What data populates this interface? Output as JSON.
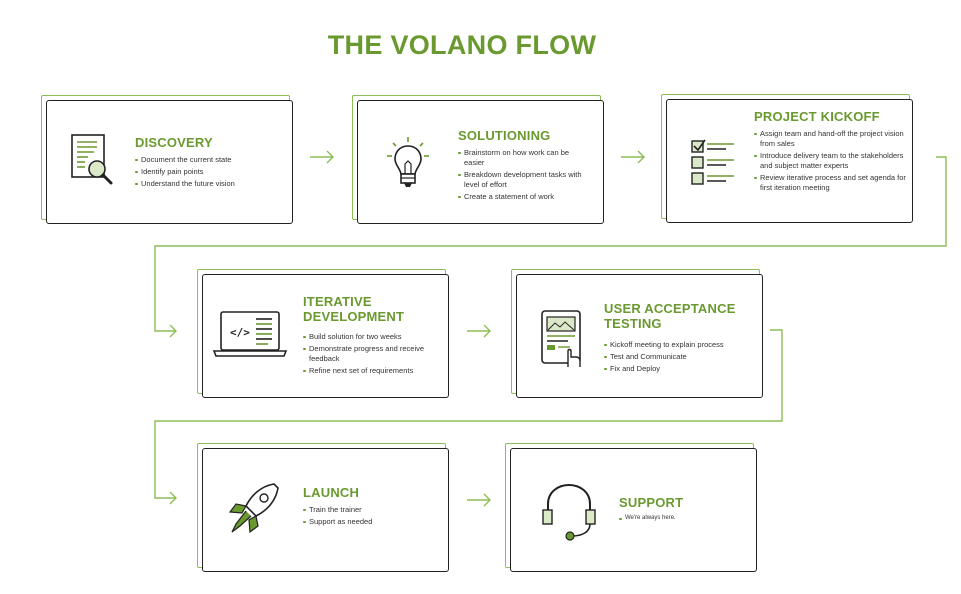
{
  "title": "THE VOLANO FLOW",
  "colors": {
    "accent": "#6a9a2f",
    "outline": "#8dbd55",
    "dark": "#222222"
  },
  "steps": [
    {
      "heading": [
        "DISCOVERY"
      ],
      "icon": "document-magnifier-icon",
      "bullets": [
        "Document the current state",
        "Identify pain points",
        "Understand the future vision"
      ]
    },
    {
      "heading": [
        "SOLUTIONING"
      ],
      "icon": "lightbulb-icon",
      "bullets": [
        "Brainstorm on how work can be easier",
        "Breakdown development tasks with level of effort",
        "Create a statement of work"
      ]
    },
    {
      "heading": [
        "PROJECT KICKOFF"
      ],
      "icon": "checklist-icon",
      "bullets": [
        "Assign team and hand-off the project vision from sales",
        "Introduce delivery team to the stakeholders and subject matter experts",
        "Review iterative process and set agenda for first iteration meeting"
      ]
    },
    {
      "heading": [
        "ITERATIVE",
        "DEVELOPMENT"
      ],
      "icon": "laptop-code-icon",
      "bullets": [
        "Build solution for two weeks",
        "Demonstrate progress and receive feedback",
        "Refine next set of requirements"
      ]
    },
    {
      "heading": [
        "USER ACCEPTANCE",
        "TESTING"
      ],
      "icon": "tablet-touch-icon",
      "bullets": [
        "Kickoff meeting to explain process",
        "Test and Communicate",
        "Fix and Deploy"
      ]
    },
    {
      "heading": [
        "LAUNCH"
      ],
      "icon": "rocket-icon",
      "bullets": [
        "Train the trainer",
        "Support as needed"
      ]
    },
    {
      "heading": [
        "SUPPORT"
      ],
      "icon": "headset-icon",
      "bullets": [
        "We're always here."
      ]
    }
  ]
}
